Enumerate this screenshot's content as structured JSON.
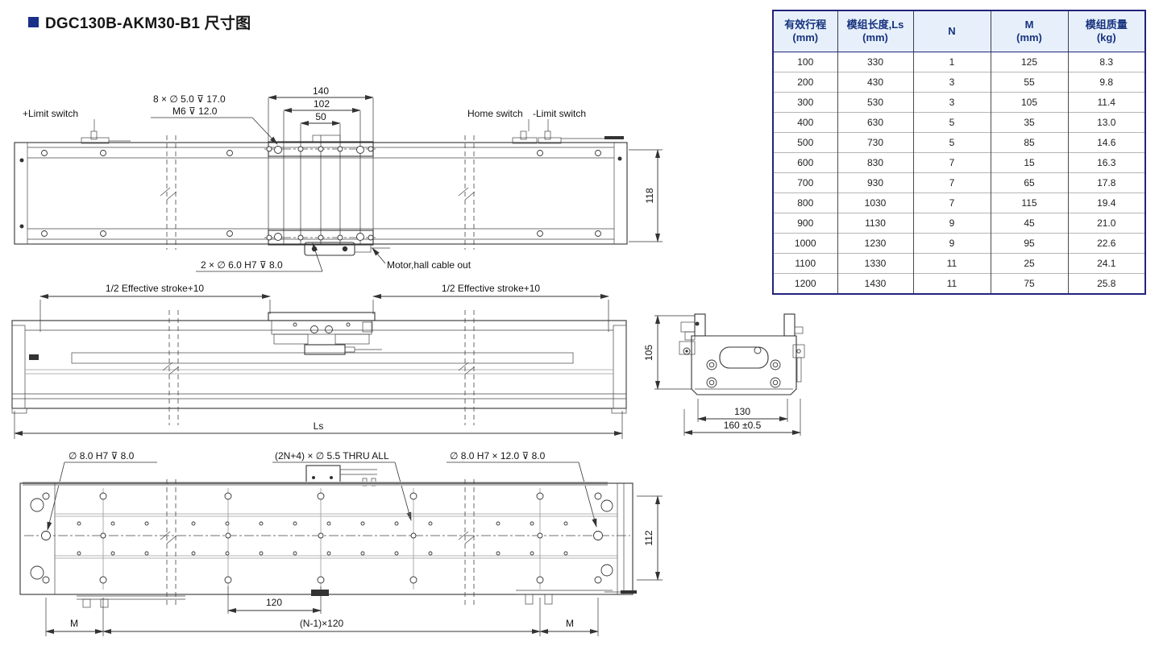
{
  "title": "DGC130B-AKM30-B1 尺寸图",
  "table": {
    "headers": [
      {
        "l1": "有效行程",
        "l2": "(mm)"
      },
      {
        "l1": "模组长度,Ls",
        "l2": "(mm)"
      },
      {
        "l1": "N",
        "l2": ""
      },
      {
        "l1": "M",
        "l2": "(mm)"
      },
      {
        "l1": "模组质量",
        "l2": "(kg)"
      }
    ],
    "rows": [
      [
        "100",
        "330",
        "1",
        "125",
        "8.3"
      ],
      [
        "200",
        "430",
        "3",
        "55",
        "9.8"
      ],
      [
        "300",
        "530",
        "3",
        "105",
        "11.4"
      ],
      [
        "400",
        "630",
        "5",
        "35",
        "13.0"
      ],
      [
        "500",
        "730",
        "5",
        "85",
        "14.6"
      ],
      [
        "600",
        "830",
        "7",
        "15",
        "16.3"
      ],
      [
        "700",
        "930",
        "7",
        "65",
        "17.8"
      ],
      [
        "800",
        "1030",
        "7",
        "115",
        "19.4"
      ],
      [
        "900",
        "1130",
        "9",
        "45",
        "21.0"
      ],
      [
        "1000",
        "1230",
        "9",
        "95",
        "22.6"
      ],
      [
        "1100",
        "1330",
        "11",
        "25",
        "24.1"
      ],
      [
        "1200",
        "1430",
        "11",
        "75",
        "25.8"
      ]
    ]
  },
  "top_view": {
    "plus_limit_switch": "+Limit switch",
    "home_switch": "Home switch",
    "minus_limit_switch": "-Limit switch",
    "hole_callout_line1": "8 × ∅ 5.0  ⊽ 17.0",
    "hole_callout_line2": "M6 ⊽ 12.0",
    "dim_140": "140",
    "dim_102": "102",
    "dim_50": "50",
    "dim_118": "118",
    "pin_callout": "2 × ∅ 6.0 H7  ⊽ 8.0",
    "motor_callout": "Motor,hall cable out"
  },
  "side_view": {
    "stroke_left": "1/2 Effective stroke+10",
    "stroke_right": "1/2 Effective stroke+10",
    "dim_ls": "Ls",
    "dim_105": "105"
  },
  "end_view": {
    "dim_130": "130",
    "dim_160": "160 ±0.5"
  },
  "bottom_view": {
    "pin_callout_left": "∅ 8.0 H7  ⊽ 8.0",
    "thru_callout": "(2N+4) × ∅ 5.5 THRU ALL",
    "pin_callout_right": "∅ 8.0 H7 × 12.0  ⊽ 8.0",
    "dim_112": "112",
    "dim_120": "120",
    "dim_m_left": "M",
    "dim_n_120": "(N-1)×120",
    "dim_m_right": "M"
  },
  "colors": {
    "accent_navy": "#1b2f8a",
    "table_header_bg": "#e7f0fa",
    "table_border": "#23237e",
    "line": "#333333"
  }
}
